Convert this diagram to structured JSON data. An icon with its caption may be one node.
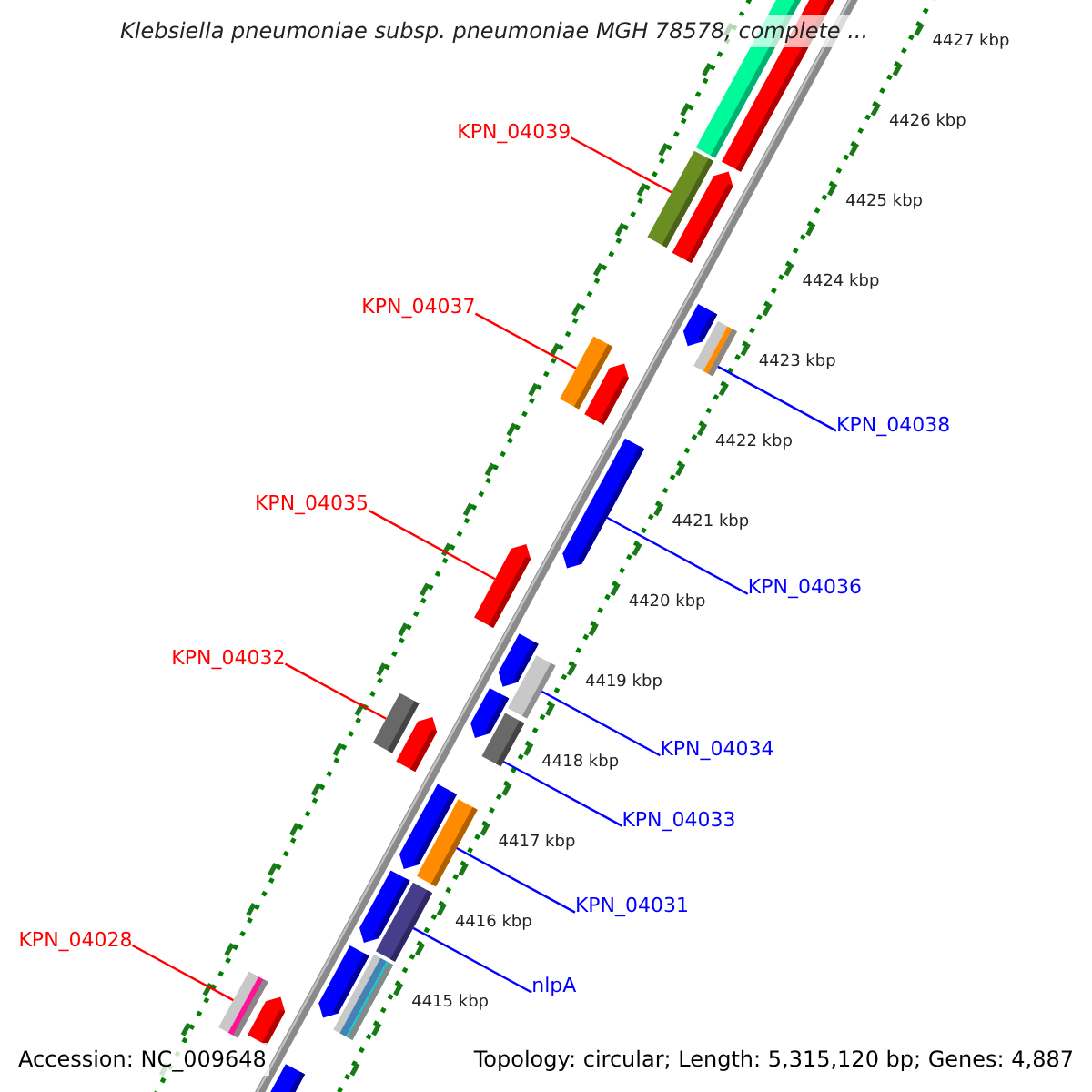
{
  "diagram": {
    "title": "Klebsiella pneumoniae subsp. pneumoniae MGH 78578, complete ...",
    "nodes": [
      {
        "text": [
          "KPN_04039"
        ]
      },
      {
        "text": [
          "KPN_04037"
        ]
      },
      {
        "text": [
          "KPN_04038"
        ]
      },
      {
        "text": [
          "KPN_04035"
        ]
      },
      {
        "text": [
          "KPN_04036"
        ]
      },
      {
        "text": [
          "KPN_04032"
        ]
      },
      {
        "text": [
          "KPN_04034"
        ]
      },
      {
        "text": [
          "KPN_04033"
        ]
      },
      {
        "text": [
          "KPN_04031"
        ]
      },
      {
        "text": [
          "KPN_04028"
        ]
      },
      {
        "text": [
          "nlpA"
        ]
      },
      {
        "text": [],
        "shape": "bar"
      },
      {
        "text": [],
        "shape": "bar"
      },
      {
        "text": [],
        "shape": "bar"
      },
      {
        "text": [],
        "shape": "bar"
      },
      {
        "text": [],
        "shape": "bar"
      },
      {
        "text": [],
        "shape": "bar"
      },
      {
        "text": [],
        "shape": "bar"
      },
      {
        "text": [],
        "shape": "bar"
      },
      {
        "text": [],
        "shape": "bar"
      },
      {
        "text": [],
        "shape": "bar"
      },
      {
        "text": [],
        "shape": "bar"
      }
    ],
    "edges": [
      {
        "from": 0,
        "to": 11,
        "arrow": "none",
        "color": "#ff0000"
      },
      {
        "from": 1,
        "to": 12,
        "arrow": "none",
        "color": "#ff0000"
      },
      {
        "from": 2,
        "to": 13,
        "arrow": "none"
      },
      {
        "from": 3,
        "to": 14,
        "arrow": "none",
        "color": "#ff0000"
      },
      {
        "from": 4,
        "to": 15,
        "arrow": "none"
      },
      {
        "from": 5,
        "to": 16,
        "arrow": "none",
        "color": "#ff0000"
      },
      {
        "from": 6,
        "to": 17,
        "arrow": "none"
      },
      {
        "from": 7,
        "to": 18,
        "arrow": "none"
      },
      {
        "from": 8,
        "to": 19,
        "arrow": "none"
      },
      {
        "from": 9,
        "to": 20,
        "arrow": "none",
        "color": "#ff0000"
      },
      {
        "from": 10,
        "to": 21,
        "arrow": "none"
      }
    ],
    "labels": [
      "4427 kbp",
      "4426 kbp",
      "4425 kbp",
      "4424 kbp",
      "4423 kbp",
      "4422 kbp",
      "4421 kbp",
      "4420 kbp",
      "4419 kbp",
      "4418 kbp",
      "4417 kbp",
      "4416 kbp",
      "4415 kbp",
      "Accession: NC_009648",
      "Topology: circular; Length: 5,315,120 bp; Genes: 4,887"
    ]
  }
}
